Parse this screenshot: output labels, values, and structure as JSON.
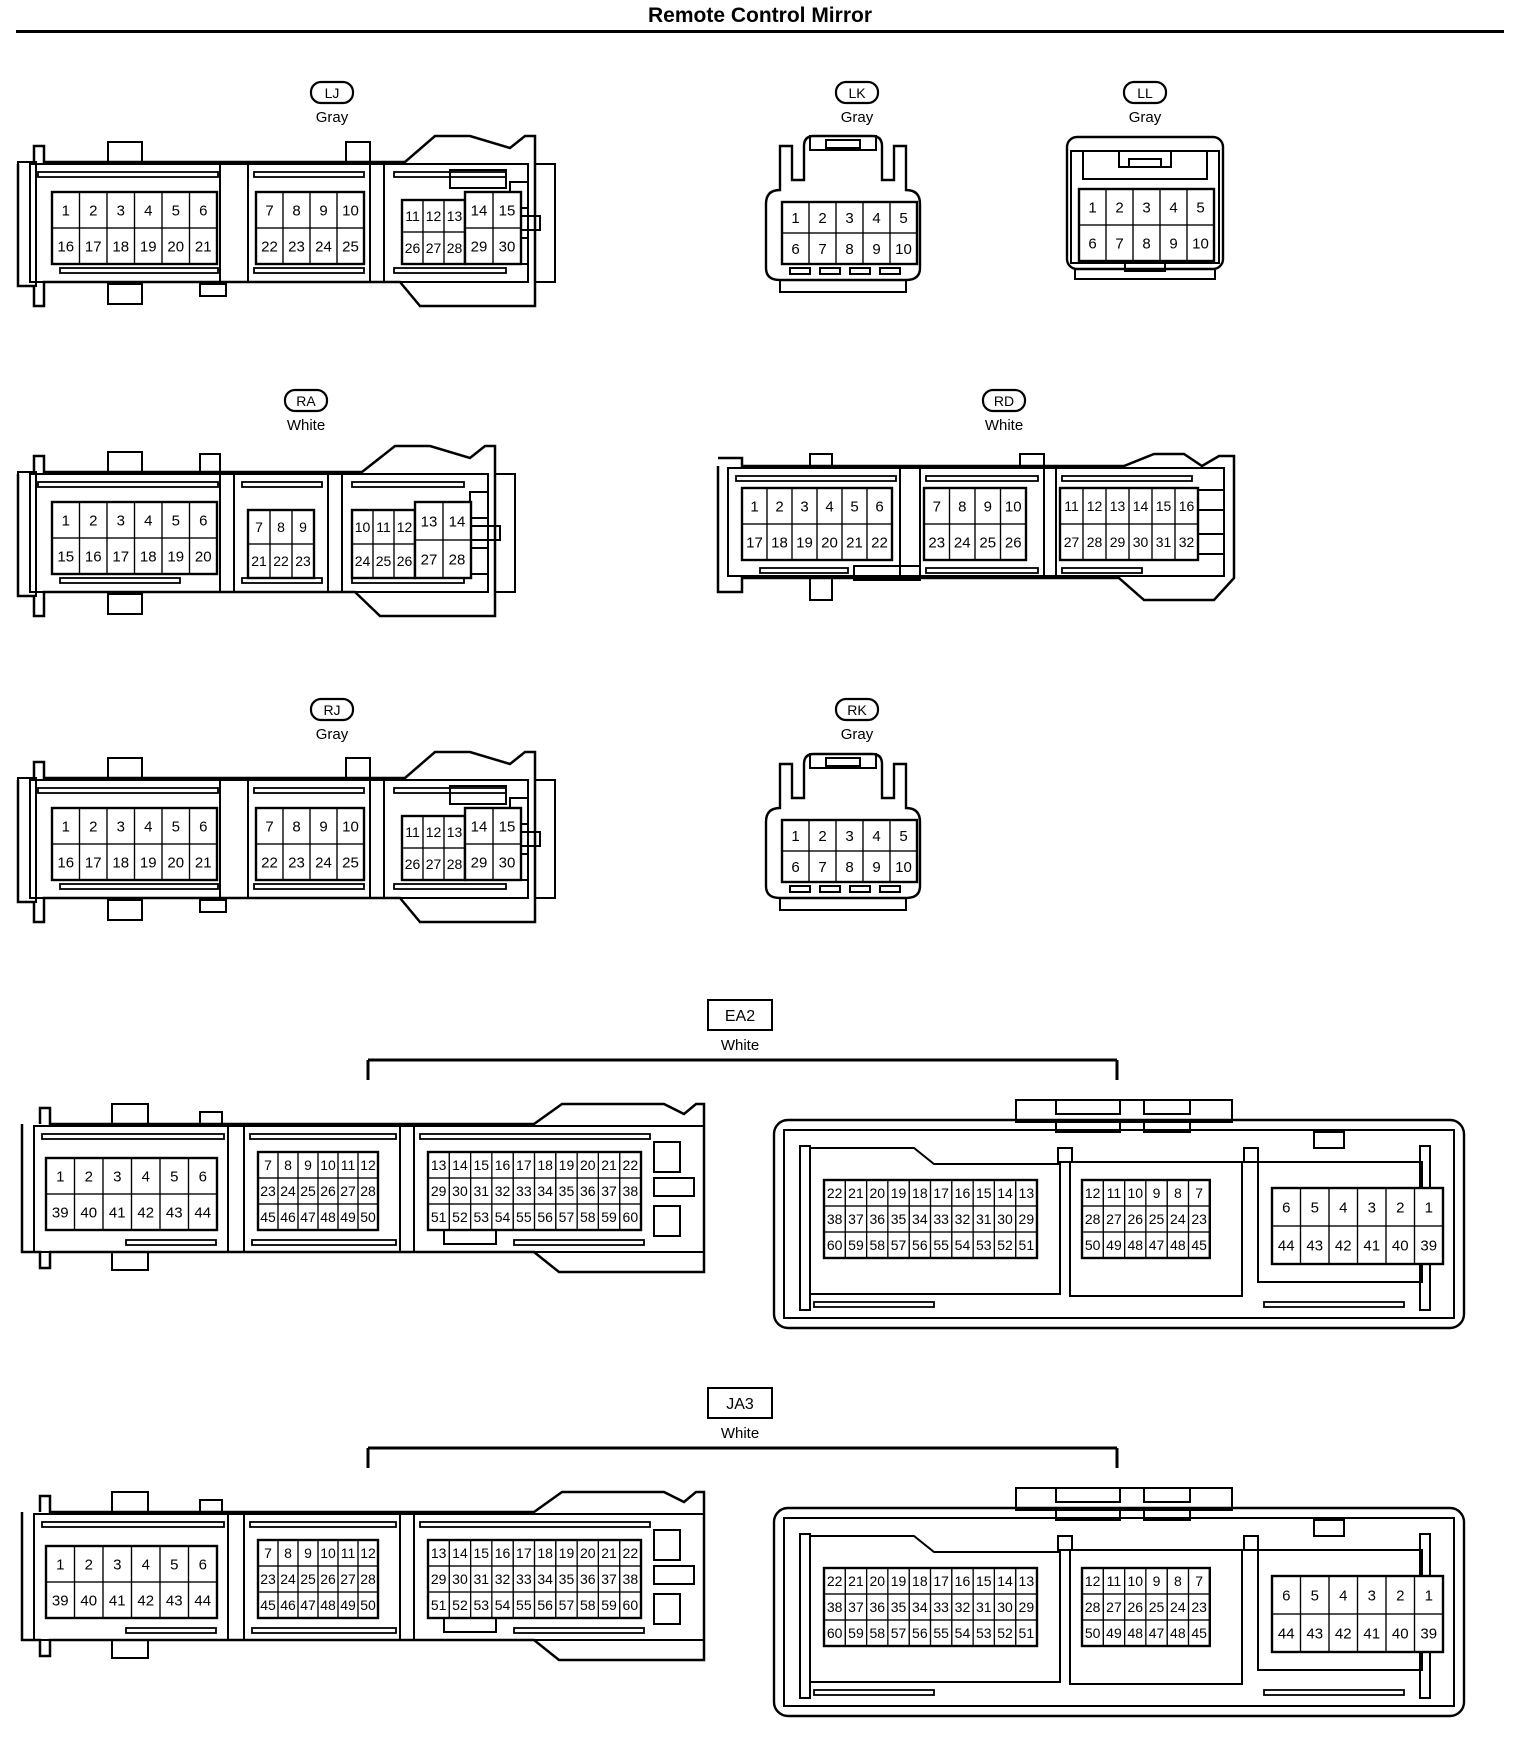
{
  "title": "Remote Control Mirror",
  "colors": {
    "line": "#000000",
    "background": "#ffffff"
  },
  "connectors": {
    "LJ": {
      "code": "LJ",
      "color": "Gray",
      "blocks": [
        [
          [
            1,
            2,
            3,
            4,
            5,
            6
          ],
          [
            16,
            17,
            18,
            19,
            20,
            21
          ]
        ],
        [
          [
            7,
            8,
            9,
            10
          ],
          [
            22,
            23,
            24,
            25
          ]
        ],
        [
          [
            11,
            12,
            13
          ],
          [
            26,
            27,
            28
          ]
        ],
        [
          [
            14,
            15
          ],
          [
            29,
            30
          ]
        ]
      ]
    },
    "LK": {
      "code": "LK",
      "color": "Gray",
      "blocks": [
        [
          [
            1,
            2,
            3,
            4,
            5
          ],
          [
            6,
            7,
            8,
            9,
            10
          ]
        ]
      ]
    },
    "LL": {
      "code": "LL",
      "color": "Gray",
      "blocks": [
        [
          [
            1,
            2,
            3,
            4,
            5
          ],
          [
            6,
            7,
            8,
            9,
            10
          ]
        ]
      ]
    },
    "RA": {
      "code": "RA",
      "color": "White",
      "blocks": [
        [
          [
            1,
            2,
            3,
            4,
            5,
            6
          ],
          [
            15,
            16,
            17,
            18,
            19,
            20
          ]
        ],
        [
          [
            7,
            8,
            9
          ],
          [
            21,
            22,
            23
          ]
        ],
        [
          [
            10,
            11,
            12
          ],
          [
            24,
            25,
            26
          ]
        ],
        [
          [
            13,
            14
          ],
          [
            27,
            28
          ]
        ]
      ]
    },
    "RD": {
      "code": "RD",
      "color": "White",
      "blocks": [
        [
          [
            1,
            2,
            3,
            4,
            5,
            6
          ],
          [
            17,
            18,
            19,
            20,
            21,
            22
          ]
        ],
        [
          [
            7,
            8,
            9,
            10
          ],
          [
            23,
            24,
            25,
            26
          ]
        ],
        [
          [
            11,
            12,
            13,
            14,
            15,
            16
          ],
          [
            27,
            28,
            29,
            30,
            31,
            32
          ]
        ]
      ]
    },
    "RJ": {
      "code": "RJ",
      "color": "Gray",
      "blocks": [
        [
          [
            1,
            2,
            3,
            4,
            5,
            6
          ],
          [
            16,
            17,
            18,
            19,
            20,
            21
          ]
        ],
        [
          [
            7,
            8,
            9,
            10
          ],
          [
            22,
            23,
            24,
            25
          ]
        ],
        [
          [
            11,
            12,
            13
          ],
          [
            26,
            27,
            28
          ]
        ],
        [
          [
            14,
            15
          ],
          [
            29,
            30
          ]
        ]
      ]
    },
    "RK": {
      "code": "RK",
      "color": "Gray",
      "blocks": [
        [
          [
            1,
            2,
            3,
            4,
            5
          ],
          [
            6,
            7,
            8,
            9,
            10
          ]
        ]
      ]
    },
    "EA2": {
      "code": "EA2",
      "color": "White",
      "left_blocks": [
        [
          [
            1,
            2,
            3,
            4,
            5,
            6
          ],
          [
            39,
            40,
            41,
            42,
            43,
            44
          ]
        ],
        [
          [
            7,
            8,
            9,
            10,
            11,
            12
          ],
          [
            23,
            24,
            25,
            26,
            27,
            28
          ],
          [
            45,
            46,
            47,
            48,
            49,
            50
          ]
        ],
        [
          [
            13,
            14,
            15,
            16,
            17,
            18,
            19,
            20,
            21,
            22
          ],
          [
            29,
            30,
            31,
            32,
            33,
            34,
            35,
            36,
            37,
            38
          ],
          [
            51,
            52,
            53,
            54,
            55,
            56,
            57,
            58,
            59,
            60
          ]
        ]
      ],
      "right_blocks": [
        [
          [
            22,
            21,
            20,
            19,
            18,
            17,
            16,
            15,
            14,
            13
          ],
          [
            38,
            37,
            36,
            35,
            34,
            33,
            32,
            31,
            30,
            29
          ],
          [
            60,
            59,
            58,
            57,
            56,
            55,
            54,
            53,
            52,
            51
          ]
        ],
        [
          [
            12,
            11,
            10,
            9,
            8,
            7
          ],
          [
            28,
            27,
            26,
            25,
            24,
            23
          ],
          [
            50,
            49,
            48,
            47,
            48,
            45
          ]
        ],
        [
          [
            6,
            5,
            4,
            3,
            2,
            1
          ],
          [
            44,
            43,
            42,
            41,
            40,
            39
          ]
        ]
      ]
    },
    "JA3": {
      "code": "JA3",
      "color": "White",
      "left_blocks": [
        [
          [
            1,
            2,
            3,
            4,
            5,
            6
          ],
          [
            39,
            40,
            41,
            42,
            43,
            44
          ]
        ],
        [
          [
            7,
            8,
            9,
            10,
            11,
            12
          ],
          [
            23,
            24,
            25,
            26,
            27,
            28
          ],
          [
            45,
            46,
            47,
            48,
            49,
            50
          ]
        ],
        [
          [
            13,
            14,
            15,
            16,
            17,
            18,
            19,
            20,
            21,
            22
          ],
          [
            29,
            30,
            31,
            32,
            33,
            34,
            35,
            36,
            37,
            38
          ],
          [
            51,
            52,
            53,
            54,
            55,
            56,
            57,
            58,
            59,
            60
          ]
        ]
      ],
      "right_blocks": [
        [
          [
            22,
            21,
            20,
            19,
            18,
            17,
            16,
            15,
            14,
            13
          ],
          [
            38,
            37,
            36,
            35,
            34,
            33,
            32,
            31,
            30,
            29
          ],
          [
            60,
            59,
            58,
            57,
            56,
            55,
            54,
            53,
            52,
            51
          ]
        ],
        [
          [
            12,
            11,
            10,
            9,
            8,
            7
          ],
          [
            28,
            27,
            26,
            25,
            24,
            23
          ],
          [
            50,
            49,
            48,
            47,
            48,
            45
          ]
        ],
        [
          [
            6,
            5,
            4,
            3,
            2,
            1
          ],
          [
            44,
            43,
            42,
            41,
            40,
            39
          ]
        ]
      ]
    }
  }
}
